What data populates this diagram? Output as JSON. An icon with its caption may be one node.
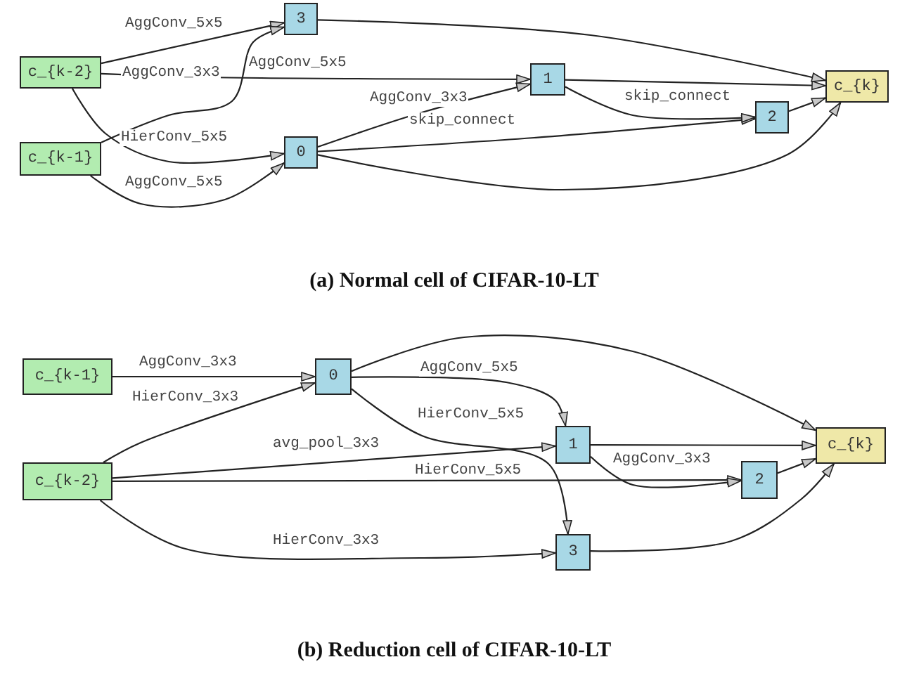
{
  "diagram": {
    "nodes": [
      {
        "text": [
          "c_{k-2}"
        ]
      },
      {
        "text": [
          "c_{k-1}"
        ]
      },
      {
        "text": [
          "3"
        ]
      },
      {
        "text": [
          "0"
        ]
      },
      {
        "text": [
          "1"
        ]
      },
      {
        "text": [
          "2"
        ]
      },
      {
        "text": [
          "c_{k}"
        ]
      },
      {
        "text": [
          "c_{k-1}"
        ]
      },
      {
        "text": [
          "0"
        ]
      },
      {
        "text": [
          "c_{k-2}"
        ]
      },
      {
        "text": [
          "1"
        ]
      },
      {
        "text": [
          "2"
        ]
      },
      {
        "text": [
          "3"
        ]
      },
      {
        "text": [
          "c_{k}"
        ]
      }
    ],
    "edges": [
      {
        "from": 0,
        "to": 2,
        "arrow": "to",
        "label": "AggConv_5x5"
      },
      {
        "from": 0,
        "to": 4,
        "arrow": "to",
        "label": "AggConv_3x3"
      },
      {
        "from": 0,
        "to": 3,
        "arrow": "to",
        "label": "HierConv_5x5"
      },
      {
        "from": 1,
        "to": 2,
        "arrow": "to",
        "label": "AggConv_5x5"
      },
      {
        "from": 1,
        "to": 3,
        "arrow": "to",
        "label": "AggConv_5x5"
      },
      {
        "from": 3,
        "to": 4,
        "arrow": "to",
        "label": "AggConv_3x3"
      },
      {
        "from": 3,
        "to": 5,
        "arrow": "to",
        "label": "skip_connect"
      },
      {
        "from": 4,
        "to": 5,
        "arrow": "to",
        "label": "skip_connect"
      },
      {
        "from": 2,
        "to": 6,
        "arrow": "to"
      },
      {
        "from": 4,
        "to": 6,
        "arrow": "to"
      },
      {
        "from": 5,
        "to": 6,
        "arrow": "to"
      },
      {
        "from": 3,
        "to": 6,
        "arrow": "to"
      },
      {
        "from": 7,
        "to": 8,
        "arrow": "to",
        "label": "AggConv_3x3"
      },
      {
        "from": 9,
        "to": 8,
        "arrow": "to",
        "label": "HierConv_3x3"
      },
      {
        "from": 8,
        "to": 10,
        "arrow": "to",
        "label": "AggConv_5x5"
      },
      {
        "from": 8,
        "to": 12,
        "arrow": "to",
        "label": "HierConv_5x5"
      },
      {
        "from": 8,
        "to": 13,
        "arrow": "to"
      },
      {
        "from": 9,
        "to": 10,
        "arrow": "to",
        "label": "avg_pool_3x3"
      },
      {
        "from": 9,
        "to": 11,
        "arrow": "to",
        "label": "HierConv_5x5"
      },
      {
        "from": 9,
        "to": 12,
        "arrow": "to",
        "label": "HierConv_3x3"
      },
      {
        "from": 10,
        "to": 11,
        "arrow": "to",
        "label": "AggConv_3x3"
      },
      {
        "from": 10,
        "to": 13,
        "arrow": "to"
      },
      {
        "from": 11,
        "to": 13,
        "arrow": "to"
      },
      {
        "from": 12,
        "to": 13,
        "arrow": "to"
      }
    ],
    "labels": [
      "(a) Normal cell of CIFAR-10-LT",
      "(b) Reduction cell of CIFAR-10-LT"
    ]
  }
}
